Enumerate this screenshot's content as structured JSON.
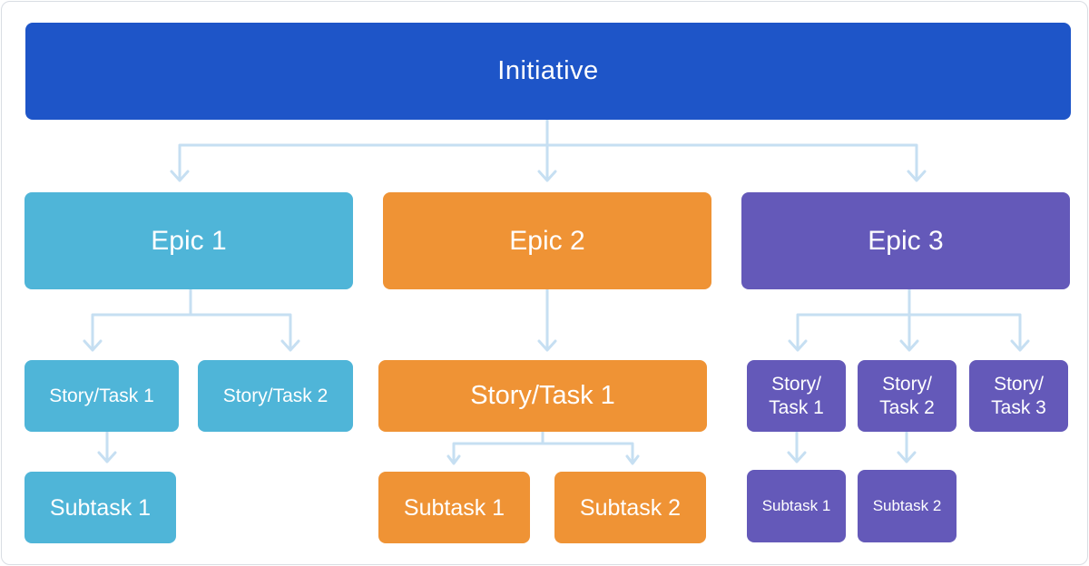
{
  "colors": {
    "initiative": "#1e55c8",
    "epic1": "#4fb5d8",
    "epic2": "#ef9335",
    "epic3": "#6459b9",
    "connector": "#c6dff2"
  },
  "initiative": {
    "label": "Initiative"
  },
  "epic1": {
    "label": "Epic 1",
    "stories": [
      "Story/Task 1",
      "Story/Task 2"
    ],
    "subtasks": [
      "Subtask 1"
    ]
  },
  "epic2": {
    "label": "Epic 2",
    "stories": [
      "Story/Task 1"
    ],
    "subtasks": [
      "Subtask 1",
      "Subtask 2"
    ]
  },
  "epic3": {
    "label": "Epic 3",
    "stories": [
      {
        "line1": "Story/",
        "line2": "Task 1"
      },
      {
        "line1": "Story/",
        "line2": "Task 2"
      },
      {
        "line1": "Story/",
        "line2": "Task 3"
      }
    ],
    "subtasks": [
      "Subtask 1",
      "Subtask 2"
    ]
  }
}
